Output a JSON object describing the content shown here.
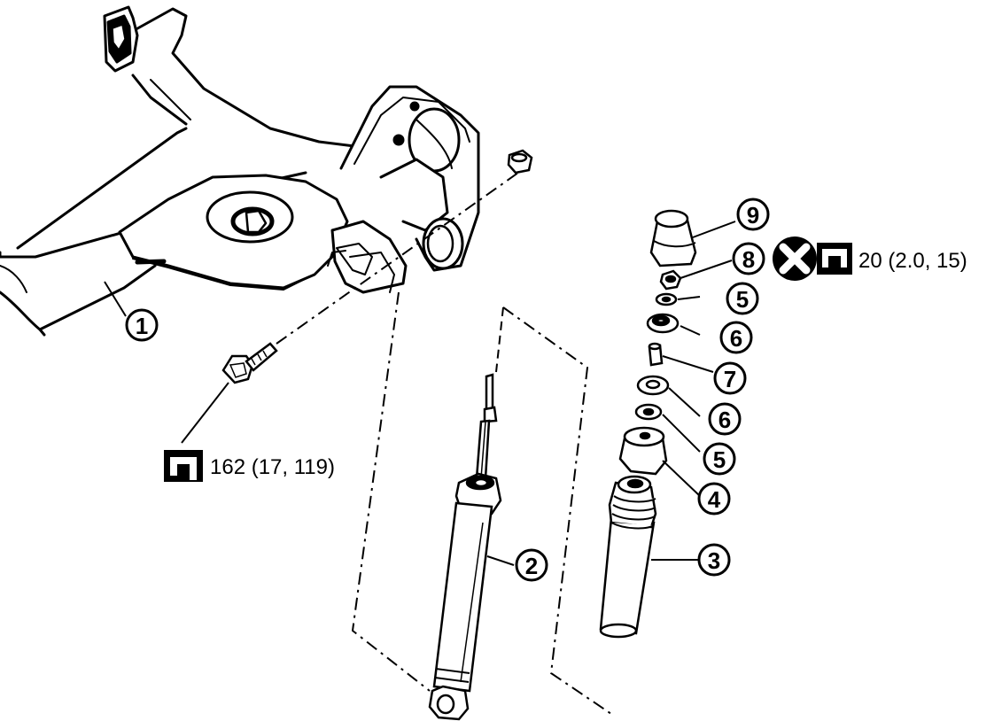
{
  "callouts": [
    {
      "id": "1",
      "text": "1"
    },
    {
      "id": "2",
      "text": "2"
    },
    {
      "id": "3",
      "text": "3"
    },
    {
      "id": "4",
      "text": "4"
    },
    {
      "id": "5a",
      "text": "5"
    },
    {
      "id": "5b",
      "text": "5"
    },
    {
      "id": "6a",
      "text": "6"
    },
    {
      "id": "6b",
      "text": "6"
    },
    {
      "id": "7",
      "text": "7"
    },
    {
      "id": "8",
      "text": "8"
    },
    {
      "id": "9",
      "text": "9"
    }
  ],
  "torque": {
    "bolt": "162 (17, 119)",
    "nut": "20 (2.0, 15)"
  },
  "icons": {
    "torque_wrench": "torque-wrench-icon",
    "do_not_reuse": "do-not-reuse-icon"
  }
}
